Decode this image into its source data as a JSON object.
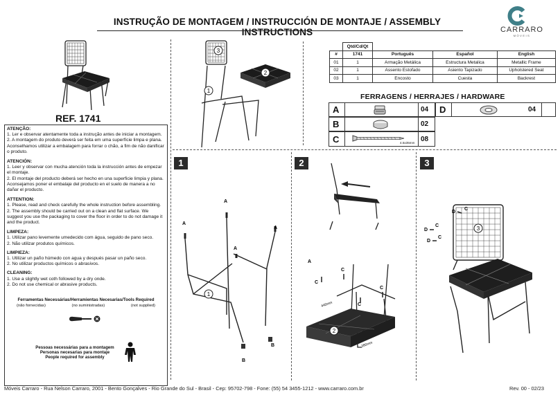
{
  "header": {
    "title": "INSTRUÇÃO DE MONTAGEM / INSTRUCCIÓN DE MONTAJE / ASSEMBLY INSTRUCTIONS",
    "brand": "CARRARO",
    "brand_sub": "MÓVEIS",
    "brand_color": "#3f7f88"
  },
  "ref": "REF. 1741",
  "parts_table": {
    "group_header": "Qtd/Cd/Qt",
    "headers": [
      "#",
      "1741",
      "Português",
      "Español",
      "English"
    ],
    "rows": [
      [
        "01",
        "1",
        "Armação Metálica",
        "Estructura Metalica",
        "Metallic Frame"
      ],
      [
        "02",
        "1",
        "Assento Estofado",
        "Asiento Tapizado",
        "Upholstered Seat"
      ],
      [
        "03",
        "1",
        "Encosto",
        "Cuesta",
        "Backrest"
      ]
    ]
  },
  "hardware": {
    "title": "FERRAGENS / HERRAJES / HARDWARE",
    "items": [
      {
        "letter": "A",
        "qty": "04"
      },
      {
        "letter": "B",
        "qty": "02"
      },
      {
        "letter": "C",
        "qty": "08",
        "size": "4.5x35mm"
      },
      {
        "letter": "D",
        "qty": "04"
      }
    ]
  },
  "notes": {
    "pt_title": "ATENÇÃO:",
    "pt_1": "1. Ler e observar atentamente toda a instrução antes de iniciar a montagem.",
    "pt_2": "2. A montagem do produto deverá ser feita em uma superfície limpa e plana. Aconselhamos utilizar a embalagem para forrar o chão, a fim de não danificar o produto.",
    "es_title": "ATENCIÓN:",
    "es_1": "1. Leer y observar con mucha atención toda la instrucción antes de empezar el montaje.",
    "es_2": "2. El montaje del producto deberá ser hecho en una superficie limpia y plana. Aconsejamos poner el embalaje del producto en el suelo de manera a no dañar el producto.",
    "en_title": "ATTENTION:",
    "en_1": "1. Please, read and check carefully the whole instruction before assembling.",
    "en_2": "2. The assembly should be carried out on a clean and flat surface. We suggest you use the packaging to cover the floor in order to do not damage it and the product.",
    "clean_pt_title": "LIMPEZA:",
    "clean_pt_1": "1. Utilizar pano levemente umedecido com água, seguido de pano seco.",
    "clean_pt_2": "2. Não utilizar produtos químicos.",
    "clean_es_title": "LIMPIEZA:",
    "clean_es_1": "1. Utilizar un paño húmedo con agua y después pasar un paño seco.",
    "clean_es_2": "2. No utilizar productos químicos o abrasivos.",
    "clean_en_title": "CLEANING:",
    "clean_en_1": "1. Use a slightly wet coth followed by a dry onde.",
    "clean_en_2": "2. Do not use chemical or abrasive products.",
    "tools_title": "Ferramentas Necessárias/Herramientas Necesarias/Tools Required",
    "tools_pt": "(não fornecidas)",
    "tools_es": "(no suministradas)",
    "tools_en": "(not supplied)",
    "people_pt": "Pessoas necessárias para a montagem",
    "people_es": "Personas necesarias para montaje",
    "people_en": "People required for assembly"
  },
  "steps": {
    "s1": "1",
    "s2": "2",
    "s3": "3",
    "dim_440": "440mm",
    "dim_380": "380mm",
    "callouts": {
      "a": "A",
      "b": "B",
      "c": "C",
      "d": "D",
      "p1": "1",
      "p2": "2",
      "p3": "3"
    }
  },
  "footer": {
    "address": "Móveis Carraro - Rua Nelson Carraro, 2001 - Bento Gonçalves - Rio Grande do Sul - Brasil - Cep: 95702-798 - Fone: (55) 54 3455-1212 - www.carraro.com.br",
    "revision": "Rev. 00 - 02/23"
  }
}
